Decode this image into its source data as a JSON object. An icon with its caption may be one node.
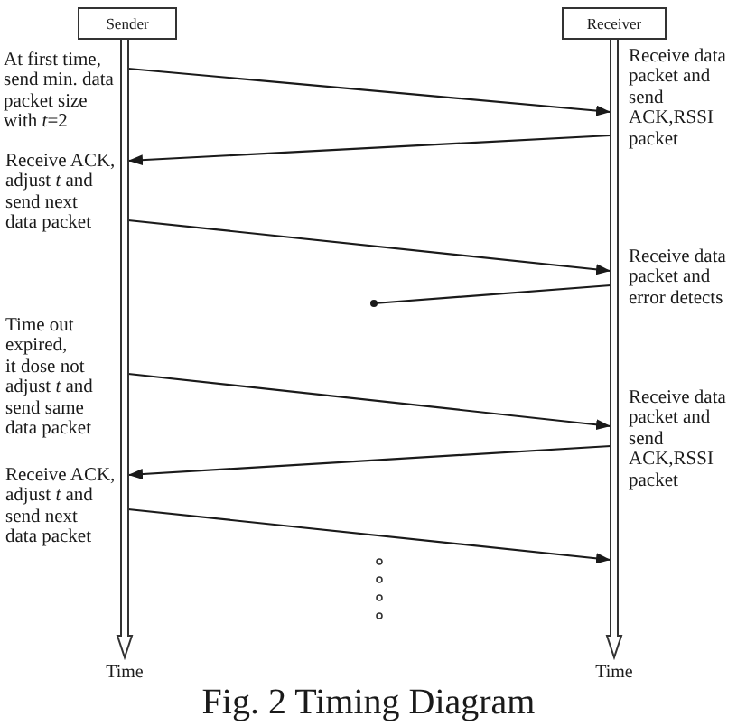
{
  "diagram": {
    "caption": "Fig. 2 Timing Diagram",
    "nodes": [
      {
        "text": [
          "Sender"
        ]
      },
      {
        "text": [
          "Receiver"
        ]
      },
      {
        "text": [],
        "shape": "arrow",
        "beside": [
          "Time"
        ]
      },
      {
        "text": [],
        "shape": "arrow",
        "beside": [
          "Time"
        ]
      }
    ],
    "edges": [
      {
        "from": 2,
        "to": 3,
        "arrow": "to"
      },
      {
        "from": 3,
        "to": 2,
        "arrow": "to"
      },
      {
        "from": 2,
        "to": 3,
        "arrow": "to"
      },
      {
        "from": 3,
        "to": null,
        "arrow": "other"
      },
      {
        "from": 2,
        "to": 3,
        "arrow": "to"
      },
      {
        "from": 3,
        "to": 2,
        "arrow": "to"
      },
      {
        "from": 2,
        "to": 3,
        "arrow": "to"
      }
    ],
    "labels": [
      "At first time, send min. data packet size with *t*=2",
      "Receive data packet and send ACK,RSSI packet",
      "Receive ACK, adjust *t* and send next data packet",
      "Receive data packet and error detects",
      "Time out expired, it dose not adjust *t* and send same data packet",
      "Receive data packet and send ACK,RSSI packet",
      "Receive ACK, adjust *t* and send next data packet"
    ]
  }
}
